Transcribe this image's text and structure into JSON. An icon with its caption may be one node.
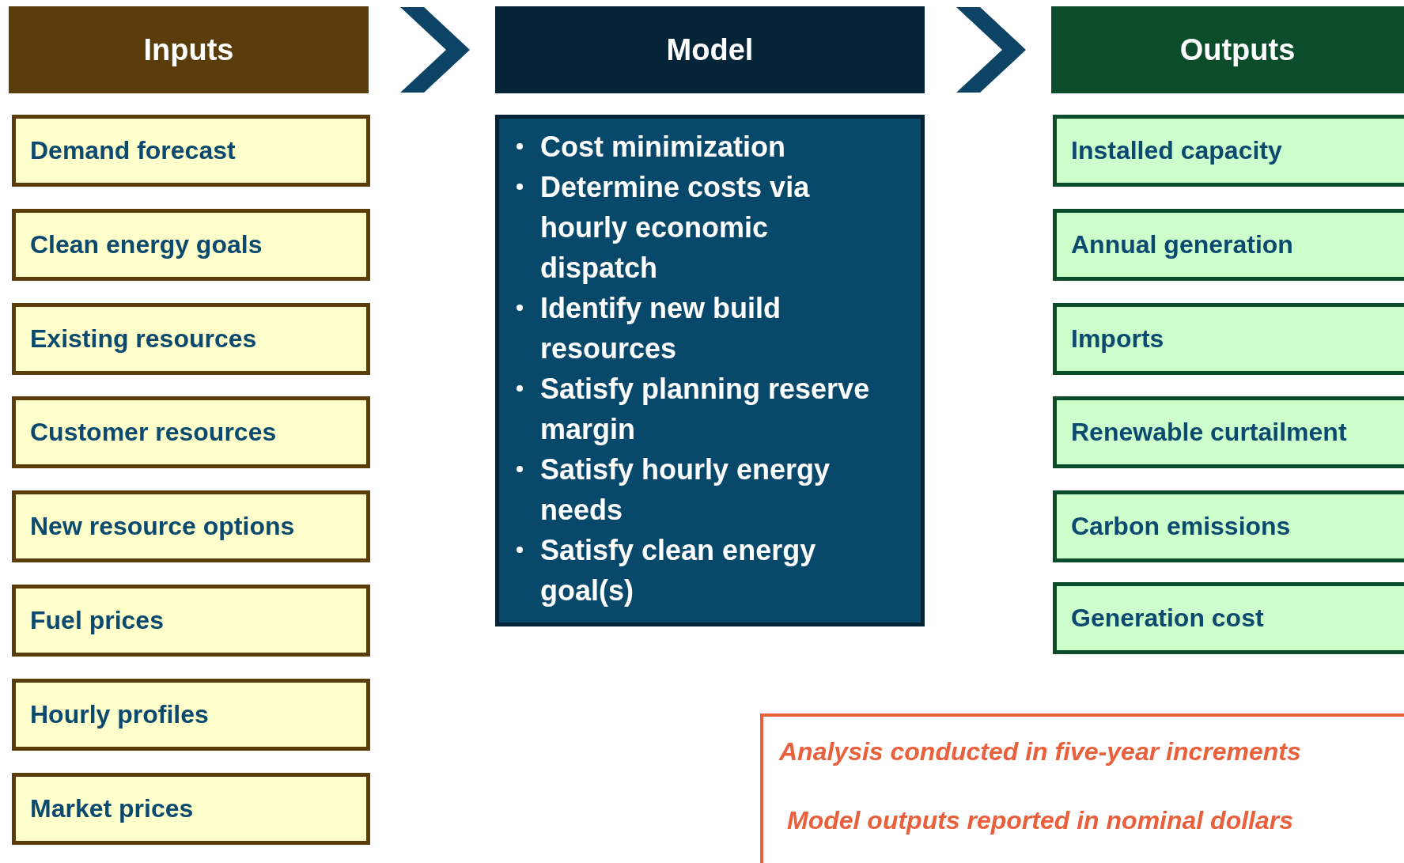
{
  "diagram": {
    "nodes": [
      {
        "text": [
          "Inputs"
        ]
      },
      {
        "text": [
          "Model"
        ]
      },
      {
        "text": [
          "Outputs"
        ]
      },
      {
        "text": [
          "Demand forecast"
        ]
      },
      {
        "text": [
          "Clean energy goals"
        ]
      },
      {
        "text": [
          "Existing resources"
        ]
      },
      {
        "text": [
          "Customer resources"
        ]
      },
      {
        "text": [
          "New resource options"
        ]
      },
      {
        "text": [
          "Fuel prices"
        ]
      },
      {
        "text": [
          "Hourly profiles"
        ]
      },
      {
        "text": [
          "Market prices"
        ]
      },
      {
        "text": [
          "Cost minimization",
          "Determine costs via hourly economic dispatch",
          "Identify new build resources",
          "Satisfy planning reserve margin",
          "Satisfy hourly energy needs",
          "Satisfy clean energy goal(s)"
        ]
      },
      {
        "text": [
          "Installed capacity"
        ]
      },
      {
        "text": [
          "Annual generation"
        ]
      },
      {
        "text": [
          "Imports"
        ]
      },
      {
        "text": [
          "Renewable curtailment"
        ]
      },
      {
        "text": [
          "Carbon emissions"
        ]
      },
      {
        "text": [
          "Generation cost"
        ]
      },
      {
        "text": [
          "Analysis conducted in five-year increments",
          "Model outputs reported in nominal dollars"
        ]
      }
    ],
    "edges": [
      {
        "from": 0,
        "to": 1,
        "arrow": "to"
      },
      {
        "from": 1,
        "to": 2,
        "arrow": "to"
      }
    ]
  }
}
